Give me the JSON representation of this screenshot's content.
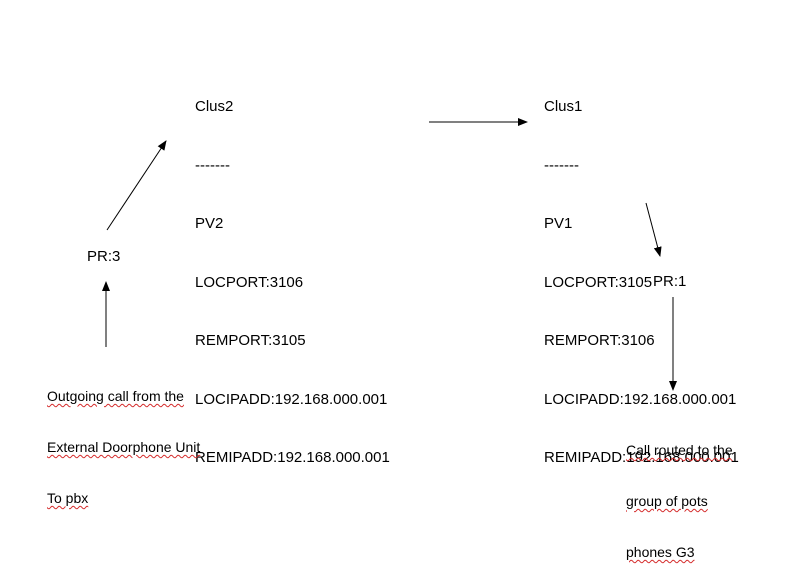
{
  "clusters": [
    {
      "name": "Clus2",
      "separator": "-------",
      "pv": "PV2",
      "locport": "LOCPORT:3106",
      "remport": "REMPORT:3105",
      "locipadd": "LOCIPADD:192.168.000.001",
      "remipadd": "REMIPADD:192.168.000.001"
    },
    {
      "name": "Clus1",
      "separator": "-------",
      "pv": "PV1",
      "locport": "LOCPORT:3105",
      "remport": "REMPORT:3106",
      "locipadd": "LOCIPADD:192.168.000.001",
      "remipadd": "REMIPADD:192.168.000.001"
    }
  ],
  "routes": {
    "left": "PR:3",
    "right": "PR:1"
  },
  "notes": {
    "outgoing": [
      "Outgoing call from the",
      "External Doorphone Unit",
      "To pbx"
    ],
    "routed": [
      "Call routed to the",
      "group of pots",
      "phones G3"
    ]
  },
  "colors": {
    "text": "#000000",
    "spellcheck_underline": "#d42a2a",
    "background": "#ffffff"
  }
}
